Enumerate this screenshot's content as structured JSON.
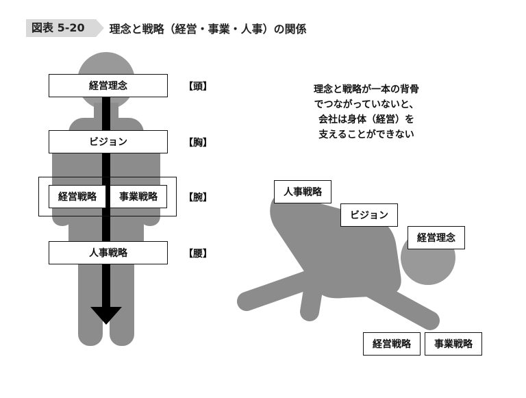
{
  "header": {
    "figure_number": "図表 5-20",
    "title": "理念と戦略（経営・事業・人事）の関係"
  },
  "colors": {
    "figure_gray": "#8c8c8c",
    "head_gray": "#999999",
    "arrow": "#000000",
    "label_bg": "#d9d9d9"
  },
  "standing_figure": {
    "boxes": {
      "philosophy": "経営理念",
      "vision": "ビジョン",
      "management_strategy": "経営戦略",
      "business_strategy": "事業戦略",
      "hr_strategy": "人事戦略"
    },
    "body_parts": {
      "head": "【頭】",
      "chest": "【胸】",
      "arms": "【腕】",
      "waist": "【腰】"
    }
  },
  "caption": [
    "理念と戦略が一本の背骨",
    "でつながっていないと、",
    "会社は身体（経営）を",
    "支えることができない"
  ],
  "collapsed_figure": {
    "boxes": {
      "hr_strategy": "人事戦略",
      "vision": "ビジョン",
      "philosophy": "経営理念",
      "management_strategy": "経営戦略",
      "business_strategy": "事業戦略"
    }
  }
}
